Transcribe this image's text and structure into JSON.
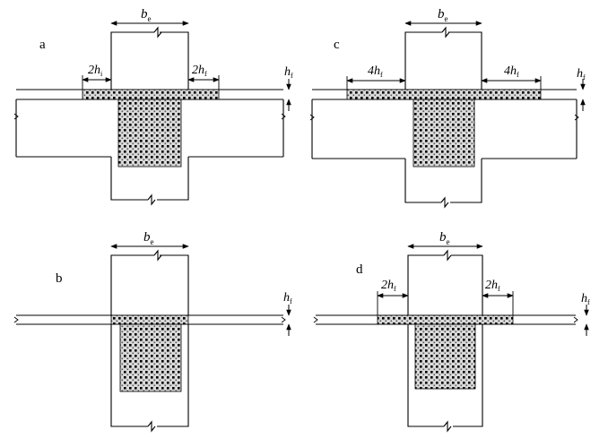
{
  "colors": {
    "ink": "#000000",
    "hatch_bg": "#d9d9d9",
    "background": "#ffffff"
  },
  "symbols": {
    "be_main": "b",
    "be_sub": "e",
    "hf_main": "h",
    "hf_sub": "f",
    "two_h": "2h",
    "four_h": "4h",
    "flange_sub": "f",
    "flange_sub_alt": "i"
  },
  "panels": [
    {
      "id": "a",
      "label": "a",
      "left_width": "2h",
      "left_sub": "i",
      "right_width": "2h",
      "right_sub": "f"
    },
    {
      "id": "b",
      "label": "b"
    },
    {
      "id": "c",
      "label": "c",
      "left_width": "4h",
      "left_sub": "f",
      "right_width": "4h",
      "right_sub": "f"
    },
    {
      "id": "d",
      "label": "d",
      "left_width": "2h",
      "left_sub": "f",
      "right_width": "2h",
      "right_sub": "f"
    }
  ]
}
